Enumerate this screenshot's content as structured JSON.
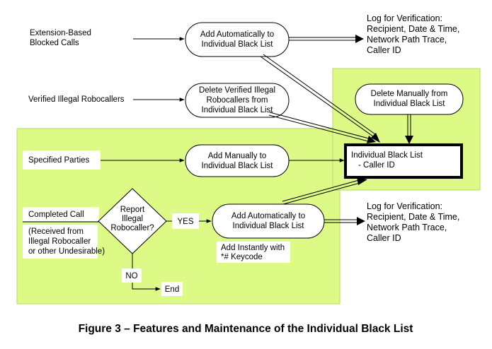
{
  "inputs": {
    "extension_blocked": [
      "Extension-Based",
      "Blocked Calls"
    ],
    "verified_robocallers": [
      "Verified Illegal Robocallers"
    ],
    "specified_parties": [
      "Specified Parties"
    ],
    "completed_call": [
      "Completed Call"
    ],
    "completed_call_note": [
      "(Received from",
      "Illegal Robocaller",
      "or other Undesirable)"
    ]
  },
  "nodes": {
    "add_auto_top": [
      "Add Automatically to",
      "Individual Black List"
    ],
    "delete_verified": [
      "Delete Verified Illegal",
      "Robocallers from",
      "Individual Black List"
    ],
    "add_manual": [
      "Add Manually to",
      "Individual Black List"
    ],
    "add_auto_bottom": [
      "Add Automatically to",
      "Individual Black List"
    ],
    "delete_manual": [
      "Delete Manually from",
      "Individual Black List"
    ],
    "black_list": [
      "Individual Black List",
      "- Caller ID"
    ],
    "decision": [
      "Report",
      "Illegal",
      "Robocaller?"
    ],
    "keycode_note": [
      "Add Instantly with",
      "*# Keycode"
    ],
    "end": [
      "End"
    ]
  },
  "labels": {
    "yes": "YES",
    "no": "NO"
  },
  "logs": {
    "top": [
      "Log for Verification:",
      "Recipient, Date & Time,",
      "Network Path Trace,",
      "Caller ID"
    ],
    "bottom": [
      "Log for Verification:",
      "Recipient, Date & Time,",
      "Network Path Trace,",
      "Caller ID"
    ]
  },
  "caption": "Figure 3 – Features and Maintenance of the Individual Black List",
  "colors": {
    "panel_green": "#DDFA86",
    "stroke": "#000000",
    "box_fill": "#FFFFFF"
  }
}
